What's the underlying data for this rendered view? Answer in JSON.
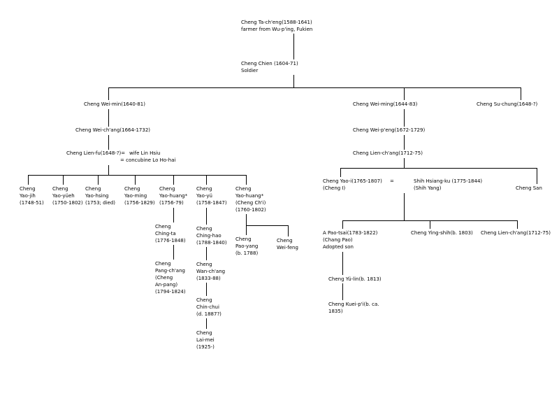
{
  "diagram": {
    "type": "family-tree",
    "family": "Cheng",
    "line_color": "#000000",
    "background": "#ffffff"
  },
  "nodes": {
    "root": [
      "Cheng Ta-ch'eng(1588-1641)",
      "farmer from Wu-p'ing, Fukien"
    ],
    "chien": [
      "Cheng Chien (1604-71)",
      "Soldier"
    ],
    "wei_min": [
      "Cheng Wei-min(1640-81)"
    ],
    "wei_ming": [
      "Cheng Wei-ming(1644-83)"
    ],
    "su_chung": [
      "Cheng Su-chung(1648-?)"
    ],
    "wei_chang": [
      "Cheng Wei-ch'ang(1664-1732)"
    ],
    "lien_fu": [
      "Cheng Lien-fu(1648-?)="
    ],
    "wife": [
      "wife Lin Hsiu"
    ],
    "concubine": [
      "=   concubine Lo Ho-hai"
    ],
    "yao_jih": [
      "Cheng",
      "Yao-jih",
      "(1748-51)"
    ],
    "yao_yueh": [
      "Cheng",
      "Yao-yüeh",
      "(1750-1802)"
    ],
    "yao_hsing": [
      "Cheng",
      "Yao-hsing",
      "(1753; died)"
    ],
    "yao_ming": [
      "Cheng",
      "Yao-ming",
      "(1756-1829)"
    ],
    "yao_huang1": [
      "Cheng",
      "Yao-huang*",
      "(1756-79)"
    ],
    "yao_yu": [
      "Cheng",
      "Yao-yü",
      "(1758-1847)"
    ],
    "yao_huang2": [
      "Cheng",
      "Yao-huang*",
      "(Cheng Ch'i)",
      "(1760-1802)"
    ],
    "ching_ta": [
      "Cheng",
      "Ching-ta",
      "(1776-1848)"
    ],
    "pang_chang": [
      "Cheng",
      "Pang-ch'ang",
      "(Cheng",
      "An-pang)",
      "(1794-1824)"
    ],
    "ching_hao": [
      "Cheng",
      "Ching-hao",
      "(1788-1840)"
    ],
    "wan_chang": [
      "Cheng",
      "Wan-ch'ang",
      "(1833-88)"
    ],
    "chin_chui": [
      "Cheng",
      "Chin-chui",
      "(d. 1887?)"
    ],
    "lai_mei": [
      "Cheng",
      "Lai-mei",
      "(1925-)"
    ],
    "pao_yang": [
      "Cheng",
      "Pao-yang",
      "(b. 1788)"
    ],
    "wei_feng": [
      "Cheng",
      "Wei-feng"
    ],
    "wei_peng": [
      "Cheng Wei-p'eng(1672-1729)"
    ],
    "lien_chang": [
      "Cheng Lien-ch'ang(1712-75)"
    ],
    "yao_i": [
      "Cheng Yao-i(1765-1807)",
      "(Cheng I)"
    ],
    "equals": [
      "="
    ],
    "shih": [
      "Shih Hsiang-ku (1775-1844)",
      "(Shih Yang)"
    ],
    "cheng_san": [
      "Cheng San"
    ],
    "a_pao_tsai": [
      "A Pao-tsai(1783-1822)",
      "(Chang Pao)",
      "Adopted son"
    ],
    "ying_shih": [
      "Cheng Ying-shih(b. 1803)"
    ],
    "lien_chang2": [
      "Cheng Lien-ch'ang(1712-75)"
    ],
    "yu_lin": [
      "Cheng Yü-lin(b. 1813)"
    ],
    "kuei_pi": [
      "Cheng Kuei-p'i(b. ca.",
      "1835)"
    ]
  }
}
